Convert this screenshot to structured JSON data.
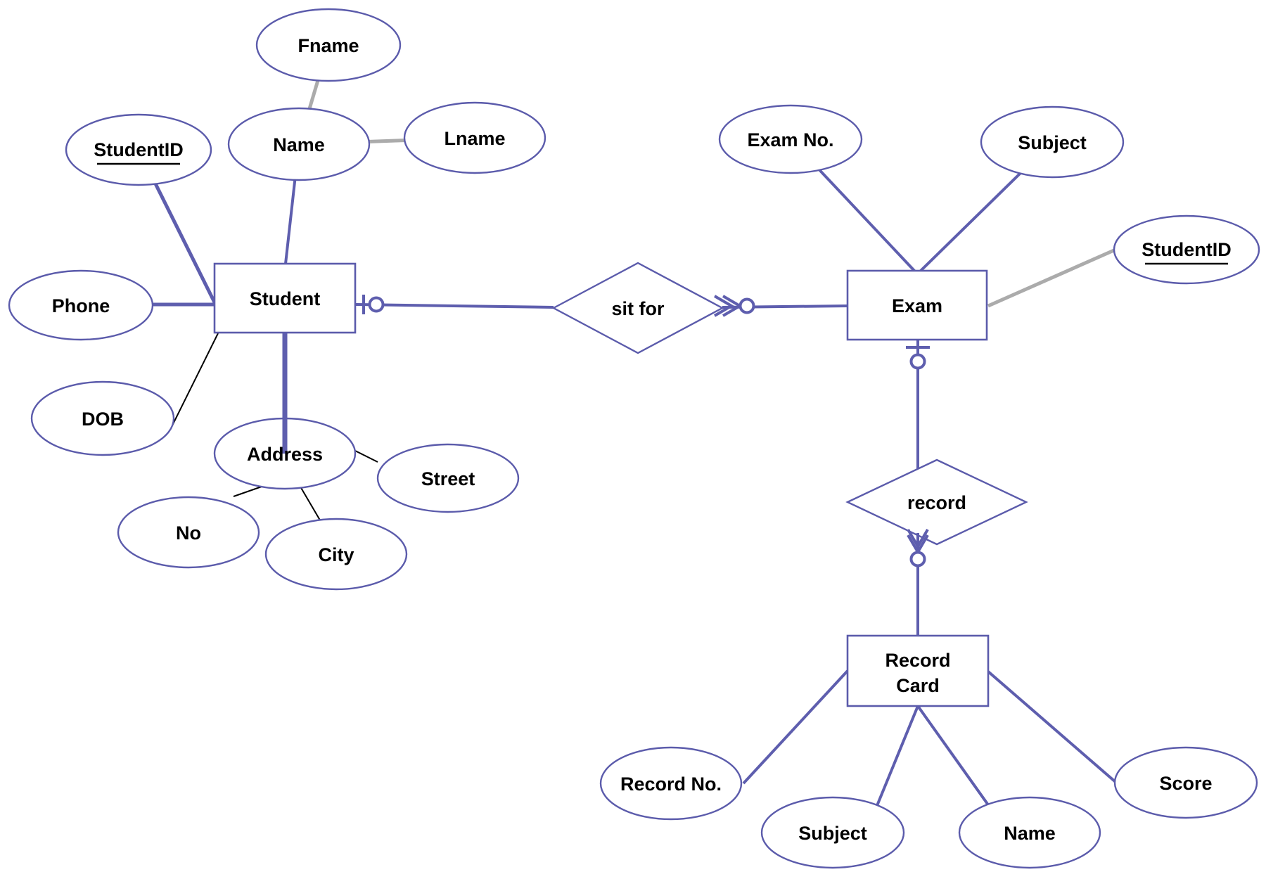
{
  "colors": {
    "background": "#ffffff",
    "connector": "#5e5eae",
    "shape_stroke": "#5b5bab",
    "gray_connector": "#ababab",
    "black_connector": "#000000",
    "text": "#000000"
  },
  "entities": {
    "student": "Student",
    "exam": "Exam",
    "record_card_line1": "Record",
    "record_card_line2": "Card"
  },
  "relationships": {
    "sit_for": "sit for",
    "record": "record"
  },
  "attributes": {
    "fname": "Fname",
    "name": "Name",
    "lname": "Lname",
    "student_id": "StudentID",
    "phone": "Phone",
    "dob": "DOB",
    "address": "Address",
    "no": "No",
    "city": "City",
    "street": "Street",
    "exam_no": "Exam No.",
    "subject": "Subject",
    "exam_student_id": "StudentID",
    "record_no": "Record No.",
    "record_subject": "Subject",
    "record_name": "Name",
    "score": "Score"
  },
  "primary_keys": [
    "StudentID (Student)",
    "StudentID (Exam)"
  ],
  "notation": {
    "student_to_sit_for": "one-bar with zero-circle",
    "sit_for_to_exam": "many-arrow with zero-circle",
    "exam_to_record": "one-bar with zero-circle",
    "record_to_record_card": "many-arrow with zero-circle"
  }
}
